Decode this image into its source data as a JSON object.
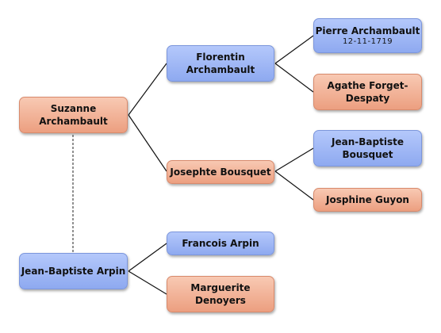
{
  "people": {
    "suzanne": {
      "name": "Suzanne Archambault",
      "gender": "female"
    },
    "jean_baptiste_arpin": {
      "name": "Jean-Baptiste Arpin",
      "gender": "male"
    },
    "florentin": {
      "name": "Florentin Archambault",
      "gender": "male"
    },
    "josephte": {
      "name": "Josephte Bousquet",
      "gender": "female"
    },
    "pierre": {
      "name": "Pierre Archambault",
      "date": "12-11-1719",
      "gender": "male"
    },
    "agathe": {
      "name": "Agathe Forget-Despaty",
      "gender": "female"
    },
    "jean_baptiste_bousquet": {
      "name": "Jean-Baptiste Bousquet",
      "gender": "male"
    },
    "josphine": {
      "name": "Josphine Guyon",
      "gender": "female"
    },
    "francois": {
      "name": "Francois Arpin",
      "gender": "male"
    },
    "marguerite": {
      "name": "Marguerite Denoyers",
      "gender": "female"
    }
  },
  "colors": {
    "male": "#9db5f5",
    "female": "#f2b095",
    "link": "#111111",
    "spouse_link": "#555555"
  }
}
